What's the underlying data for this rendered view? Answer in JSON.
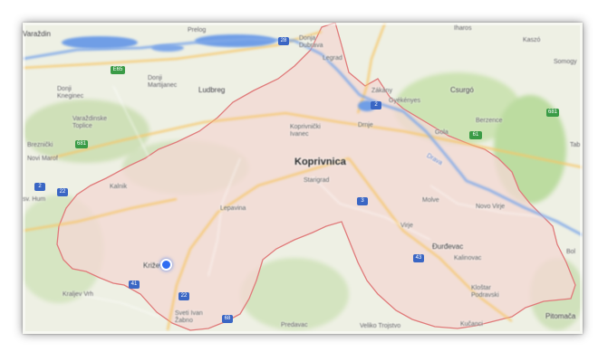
{
  "map": {
    "colors": {
      "region_fill": "#f3d9d4",
      "region_border": "#e07a7a",
      "forest": "#cfe0b8",
      "river": "#7fa8e8",
      "lake": "#6f9ee6",
      "road_major": "#f6c667",
      "land": "#eef0e4",
      "location_pin": "#2f6df2"
    },
    "places": {
      "varazdin": "Varaždin",
      "prelog": "Prelog",
      "donja_dubrava": "Donja Dubrava",
      "legrad": "Legrad",
      "iharos": "Iharos",
      "kaszo": "Kaszó",
      "somogy": "Somogy",
      "donji_kneginec": "Donji Kneginec",
      "donji_martijanec": "Donji Martijanec",
      "ludbreg": "Ludbreg",
      "varazdinske_toplice": "Varaždinske Toplice",
      "zakany": "Zákány",
      "gyekenyes": "Gyékényes",
      "csurgo": "Csurgó",
      "berzence": "Berzence",
      "drnje": "Drnje",
      "koprivnicki_ivanec": "Koprivnički Ivanec",
      "gola": "Gola",
      "novi_marof": "Novi Marof",
      "breznicki": "Breznički",
      "koprivnica": "Koprivnica",
      "starigrad": "Starigrad",
      "tab_partial": "Tab",
      "kalnik": "Kalnik",
      "lepavina": "Lepavina",
      "molve": "Molve",
      "novo_virje": "Novo Virje",
      "sv_hum_partial": "sv. Hum",
      "virje": "Virje",
      "durdevac": "Đurđevac",
      "kalinovac": "Kalinovac",
      "bolt_partial": "Bol",
      "krizevci": "Križevci",
      "kloster_podravski": "Kloštar Podravski",
      "kraljev_vrh": "Kraljev Vrh",
      "sveti_ivan_zabno": "Sveti Ivan Žabno",
      "predavac": "Predavac",
      "veliko_trojstvo": "Veliko Trojstvo",
      "kucanci": "Kučanci",
      "pitomaca": "Pitomača",
      "drava_river": "Drava"
    },
    "shields": {
      "s2": "2",
      "s41": "41",
      "s3": "3",
      "s22": "22",
      "s43": "43",
      "s28": "28",
      "s2b": "2",
      "sE65": "E65",
      "s681": "681",
      "s61": "61",
      "s68": "68"
    }
  }
}
